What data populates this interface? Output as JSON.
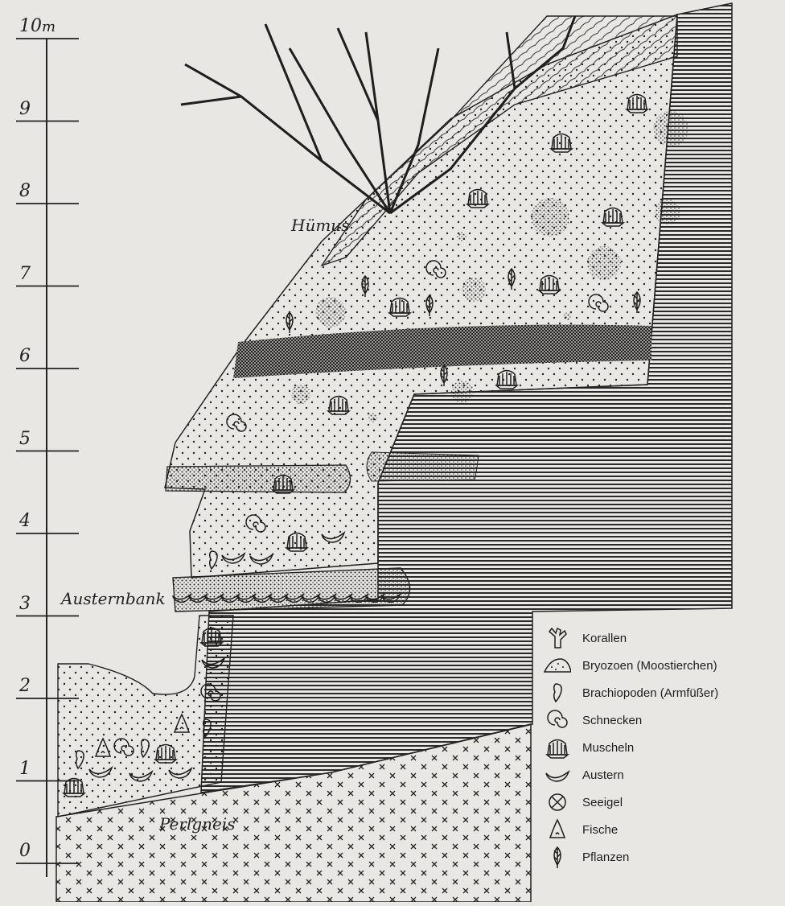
{
  "scale": {
    "unit": "m",
    "ticks": [
      "10",
      "9",
      "8",
      "7",
      "6",
      "5",
      "4",
      "3",
      "2",
      "1",
      "0"
    ]
  },
  "labels": {
    "humus": "Hümus",
    "oyster_bank": "Austernbank",
    "perlgneiss": "Perlgneis"
  },
  "legend": [
    {
      "icon": "coral-icon",
      "label": "Korallen"
    },
    {
      "icon": "bryozoan-icon",
      "label": "Bryozoen (Moostierchen)"
    },
    {
      "icon": "brachiopod-icon",
      "label": "Brachiopoden (Armfüßer)"
    },
    {
      "icon": "snail-icon",
      "label": "Schnecken"
    },
    {
      "icon": "mussel-icon",
      "label": "Muscheln"
    },
    {
      "icon": "oyster-icon",
      "label": "Austern"
    },
    {
      "icon": "sea-urchin-icon",
      "label": "Seeigel"
    },
    {
      "icon": "fish-tooth-icon",
      "label": "Fische"
    },
    {
      "icon": "plant-icon",
      "label": "Pflanzen"
    }
  ],
  "colors": {
    "ink": "#1e1e1e",
    "paper": "#e8e7e3"
  }
}
